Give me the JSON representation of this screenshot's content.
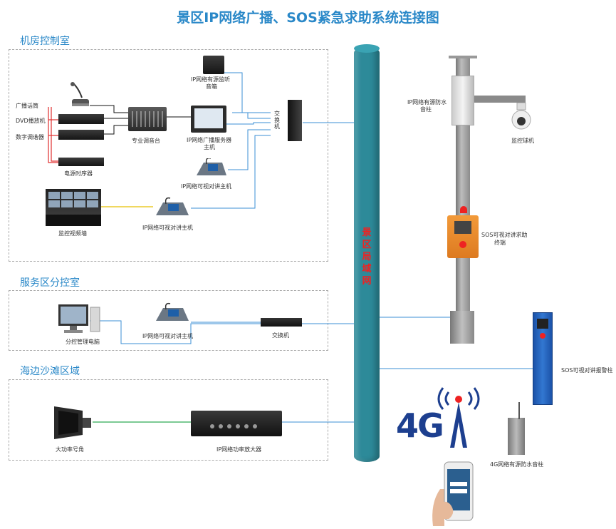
{
  "title": "景区IP网络广播、SOS紧急求助系统连接图",
  "sections": {
    "control_room": "机房控制室",
    "service_room": "服务区分控室",
    "beach": "海边沙滩区域"
  },
  "labels": {
    "mic": "广播话筒",
    "dvd": "DVD播放机",
    "tuner": "数字调谐器",
    "sequencer": "电源时序器",
    "mixer": "专业调音台",
    "server_line1": "IP网络广播服务器",
    "server_line2": "主机",
    "monitor_speaker_line1": "IP网络有源监听",
    "monitor_speaker_line2": "音箱",
    "switch_vertical": "交换机",
    "intercom_host_1": "IP网络可视对讲主机",
    "video_wall": "监控视频墙",
    "intercom_host_2": "IP网络可视对讲主机",
    "service_pc": "分控管理电脑",
    "intercom_host_3": "IP网络可视对讲主机",
    "service_switch": "交换机",
    "horn": "大功率号角",
    "amplifier": "IP网络功率放大器",
    "pole_speaker_line1": "IP网络有源防水",
    "pole_speaker_line2": "音柱",
    "dome_camera": "监控球机",
    "sos_terminal_line1": "SOS可视对讲求助",
    "sos_terminal_line2": "终端",
    "sos_post": "SOS可视对讲报警柱",
    "column_4g": "4G网络有源防水音柱",
    "trunk": "景区局域网",
    "four_g": "4G"
  },
  "colors": {
    "accent": "#2a88c8",
    "trunk": "#2d8a99",
    "red_wire": "#e03030",
    "yellow_wire": "#e8c000",
    "green_wire": "#2eaa55",
    "blue_wire": "#3b8fd6",
    "black_wire": "#111111"
  }
}
